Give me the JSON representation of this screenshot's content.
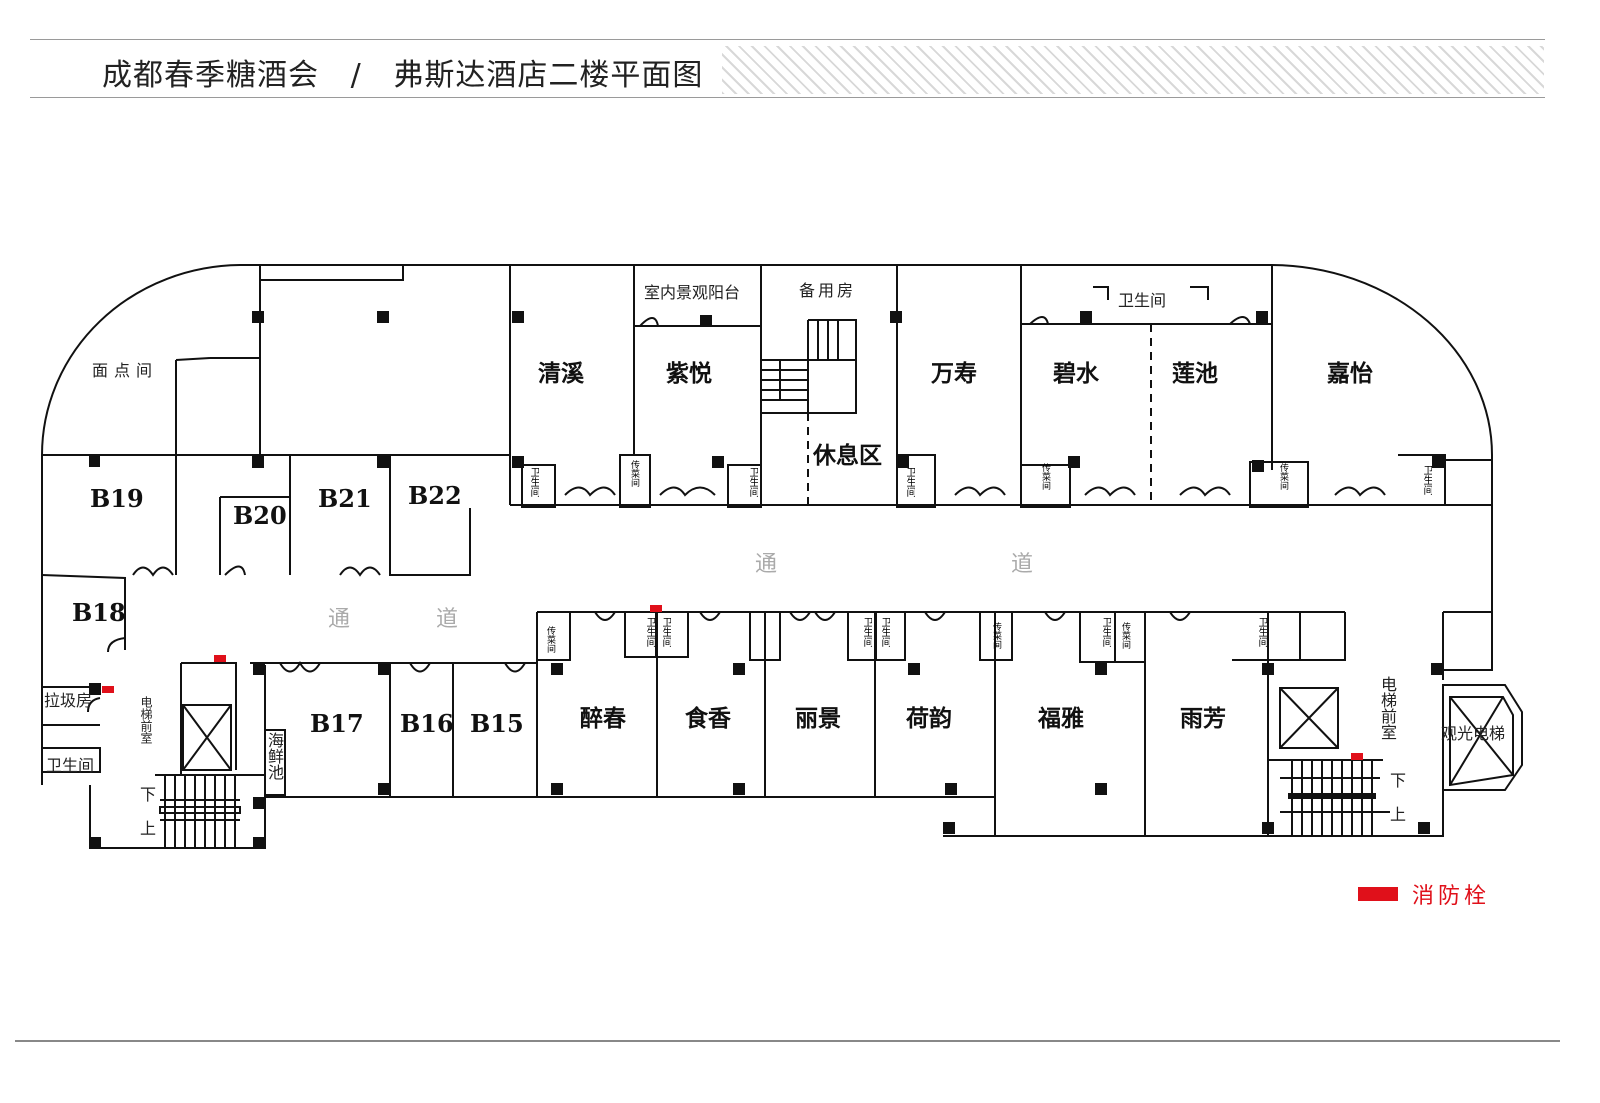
{
  "header": {
    "title": "成都春季糖酒会   /   弗斯达酒店二楼平面图"
  },
  "rooms": {
    "miandian": "面点间",
    "balcony": "室内景观阳台",
    "spare": "备用房",
    "qingxi": "清溪",
    "ziyue": "紫悦",
    "wanshou": "万寿",
    "bishui": "碧水",
    "lianchi": "莲池",
    "jiayi": "嘉怡",
    "rest": "休息区",
    "toilet_top": "卫生间",
    "b19": "B19",
    "b20": "B20",
    "b21": "B21",
    "b22": "B22",
    "b18": "B18",
    "b17": "B17",
    "b16": "B16",
    "b15": "B15",
    "garbage": "拉圾房",
    "toilet_left": "卫生间",
    "seafood": "海鲜池",
    "lobby_left": "电梯前室",
    "lobby_right": "电梯前室",
    "zuichun": "醉春",
    "shixiang": "食香",
    "lijing": "丽景",
    "heyun": "荷韵",
    "fuya": "福雅",
    "yufang": "雨芳",
    "sightseeing_elevator": "观光电梯",
    "down": "下",
    "up": "上",
    "wc": "卫生间",
    "serve": "传菜间"
  },
  "corridor": {
    "a": "通",
    "b": "道"
  },
  "legend": {
    "label": "消防栓",
    "color": "#e0101a"
  }
}
